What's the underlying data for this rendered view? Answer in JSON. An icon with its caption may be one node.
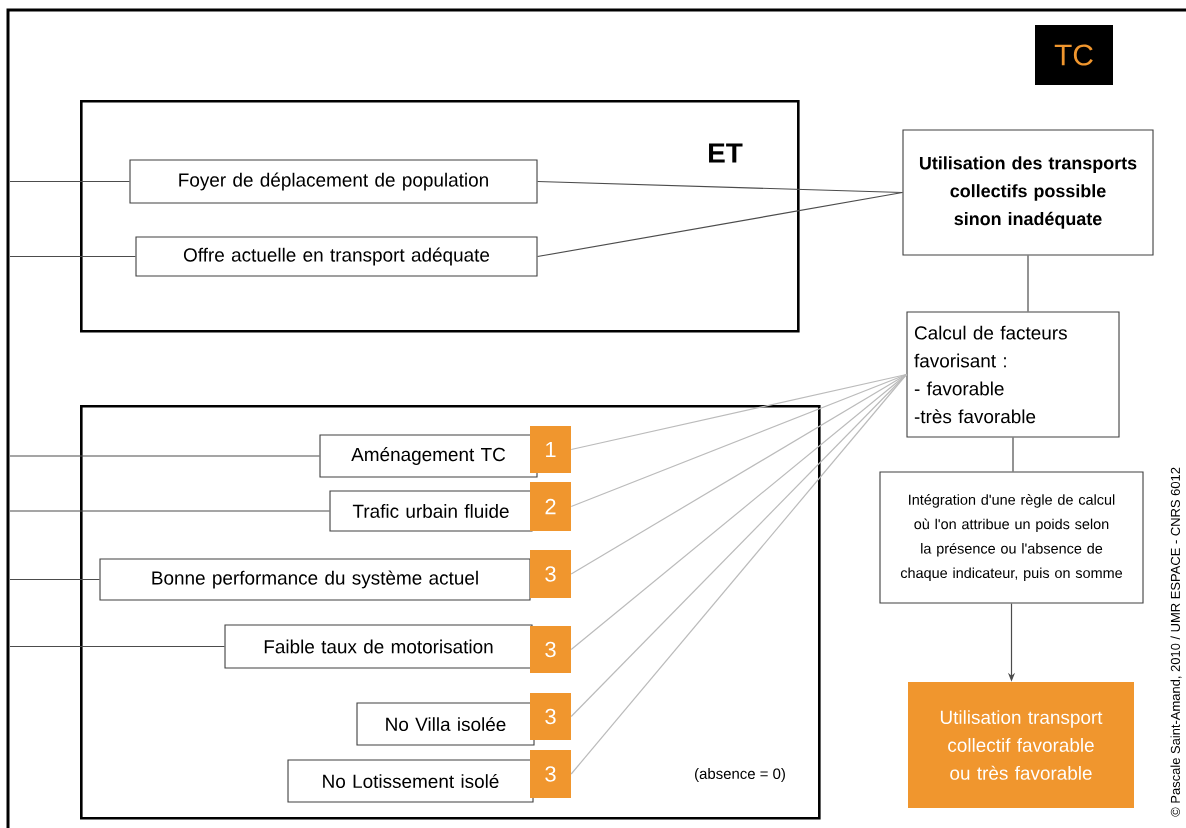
{
  "diagram": {
    "nodes": [
      {
        "text": [
          "TC"
        ]
      },
      {
        "text": [
          "ET"
        ]
      },
      {
        "text": [
          "Foyer de déplacement de population"
        ],
        "in": 1
      },
      {
        "text": [
          "Offre actuelle en transport adéquate"
        ],
        "in": 1
      },
      {
        "text": [
          "Utilisation des transports collectifs possible sinon inadéquate"
        ]
      },
      {
        "text": [
          "Calcul de facteurs favorisant :",
          "- favorable",
          "-très favorable"
        ]
      },
      {
        "text": [
          "Intégration d'une règle de calcul où l'on attribue un poids selon la présence ou l'absence de chaque indicateur, puis on somme"
        ]
      },
      {
        "text": [
          "Utilisation transport collectif favorable ou très favorable"
        ]
      },
      {
        "text": [
          "(absence = 0)"
        ]
      },
      {
        "text": [
          "Aménagement TC"
        ],
        "in": 8
      },
      {
        "text": [
          "1"
        ],
        "in": 8
      },
      {
        "text": [
          "Trafic urbain fluide"
        ],
        "in": 8
      },
      {
        "text": [
          "2"
        ],
        "in": 8
      },
      {
        "text": [
          "Bonne performance du système actuel"
        ],
        "in": 8
      },
      {
        "text": [
          "3"
        ],
        "in": 8
      },
      {
        "text": [
          "Faible taux de motorisation"
        ],
        "in": 8
      },
      {
        "text": [
          "3"
        ],
        "in": 8
      },
      {
        "text": [
          "No Villa isolée"
        ],
        "in": 8
      },
      {
        "text": [
          "3"
        ],
        "in": 8
      },
      {
        "text": [
          "No Lotissement isolé"
        ],
        "in": 8
      },
      {
        "text": [
          "3"
        ],
        "in": 8
      }
    ],
    "edges": [
      {
        "from": null,
        "to": 2,
        "arrow": "none"
      },
      {
        "from": null,
        "to": 3,
        "arrow": "none"
      },
      {
        "from": 2,
        "to": 4,
        "arrow": "none"
      },
      {
        "from": 3,
        "to": 4,
        "arrow": "none"
      },
      {
        "from": 4,
        "to": 5,
        "arrow": "none"
      },
      {
        "from": 5,
        "to": 6,
        "arrow": "none"
      },
      {
        "from": 6,
        "to": 7,
        "arrow": "to"
      },
      {
        "from": null,
        "to": 9,
        "arrow": "none"
      },
      {
        "from": null,
        "to": 11,
        "arrow": "none"
      },
      {
        "from": null,
        "to": 13,
        "arrow": "none"
      },
      {
        "from": null,
        "to": 15,
        "arrow": "none"
      },
      {
        "from": 10,
        "to": 5,
        "arrow": "none",
        "color": "#bbbbbb"
      },
      {
        "from": 12,
        "to": 5,
        "arrow": "none",
        "color": "#bbbbbb"
      },
      {
        "from": 14,
        "to": 5,
        "arrow": "none",
        "color": "#bbbbbb"
      },
      {
        "from": 16,
        "to": 5,
        "arrow": "none",
        "color": "#bbbbbb"
      },
      {
        "from": 18,
        "to": 5,
        "arrow": "none",
        "color": "#bbbbbb"
      },
      {
        "from": 20,
        "to": 5,
        "arrow": "none",
        "color": "#bbbbbb"
      }
    ],
    "labels": [
      "© Pascale Saint-Amand, 2010 / UMR ESPACE - CNRS 6012"
    ]
  }
}
